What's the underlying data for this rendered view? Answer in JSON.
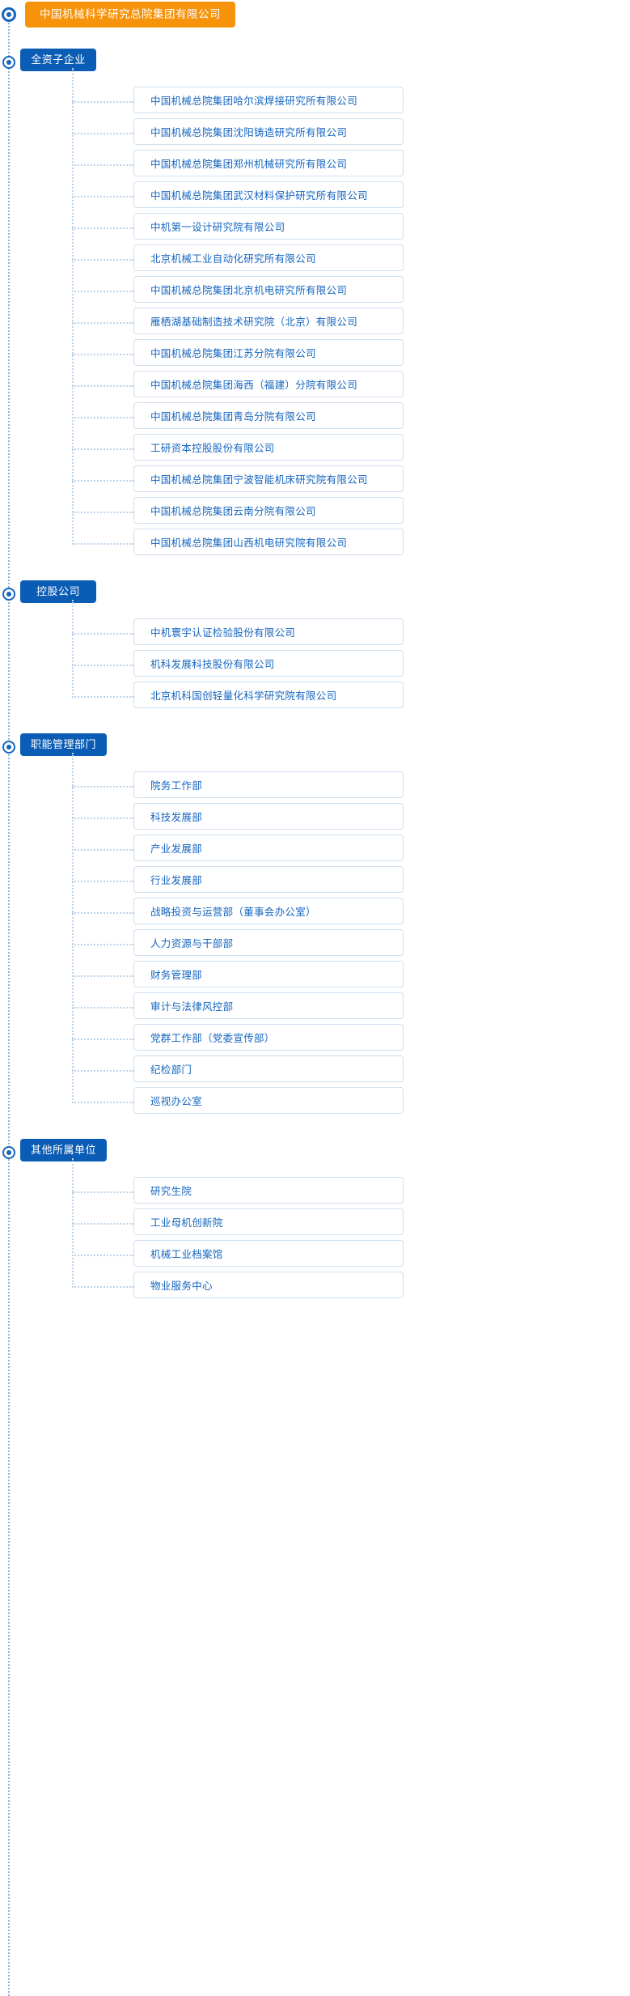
{
  "root": {
    "label": "中国机械科学研究总院集团有限公司",
    "color": "#f7920b"
  },
  "theme": {
    "tag_color": "#0b5cb5",
    "text_color": "#1565c0",
    "box_border": "#cfe0f0",
    "line_color": "#bcd3ea"
  },
  "sections": [
    {
      "tag": "全资子企业",
      "items": [
        {
          "label": "中国机械总院集团哈尔滨焊接研究所有限公司"
        },
        {
          "label": "中国机械总院集团沈阳铸造研究所有限公司"
        },
        {
          "label": "中国机械总院集团郑州机械研究所有限公司"
        },
        {
          "label": "中国机械总院集团武汉材料保护研究所有限公司"
        },
        {
          "label": "中机第一设计研究院有限公司"
        },
        {
          "label": "北京机械工业自动化研究所有限公司"
        },
        {
          "label": "中国机械总院集团北京机电研究所有限公司"
        },
        {
          "label": "雁栖湖基础制造技术研究院（北京）有限公司"
        },
        {
          "label": "中国机械总院集团江苏分院有限公司"
        },
        {
          "label": "中国机械总院集团海西（福建）分院有限公司"
        },
        {
          "label": "中国机械总院集团青岛分院有限公司"
        },
        {
          "label": "工研资本控股股份有限公司"
        },
        {
          "label": "中国机械总院集团宁波智能机床研究院有限公司"
        },
        {
          "label": "中国机械总院集团云南分院有限公司"
        },
        {
          "label": "中国机械总院集团山西机电研究院有限公司"
        }
      ]
    },
    {
      "tag": "控股公司",
      "items": [
        {
          "label": "中机寰宇认证检验股份有限公司"
        },
        {
          "label": "机科发展科技股份有限公司"
        },
        {
          "label": "北京机科国创轻量化科学研究院有限公司"
        }
      ]
    },
    {
      "tag": "职能管理部门",
      "items": [
        {
          "label": "院务工作部"
        },
        {
          "label": "科技发展部"
        },
        {
          "label": "产业发展部"
        },
        {
          "label": "行业发展部"
        },
        {
          "label": "战略投资与运营部（董事会办公室）"
        },
        {
          "label": "人力资源与干部部"
        },
        {
          "label": "财务管理部"
        },
        {
          "label": "审计与法律风控部"
        },
        {
          "label": "党群工作部（党委宣传部）"
        },
        {
          "label": "纪检部门"
        },
        {
          "label": "巡视办公室"
        }
      ]
    },
    {
      "tag": "其他所属单位",
      "items": [
        {
          "label": "研究生院"
        },
        {
          "label": "工业母机创新院"
        },
        {
          "label": "机械工业档案馆"
        },
        {
          "label": "物业服务中心"
        }
      ]
    }
  ]
}
